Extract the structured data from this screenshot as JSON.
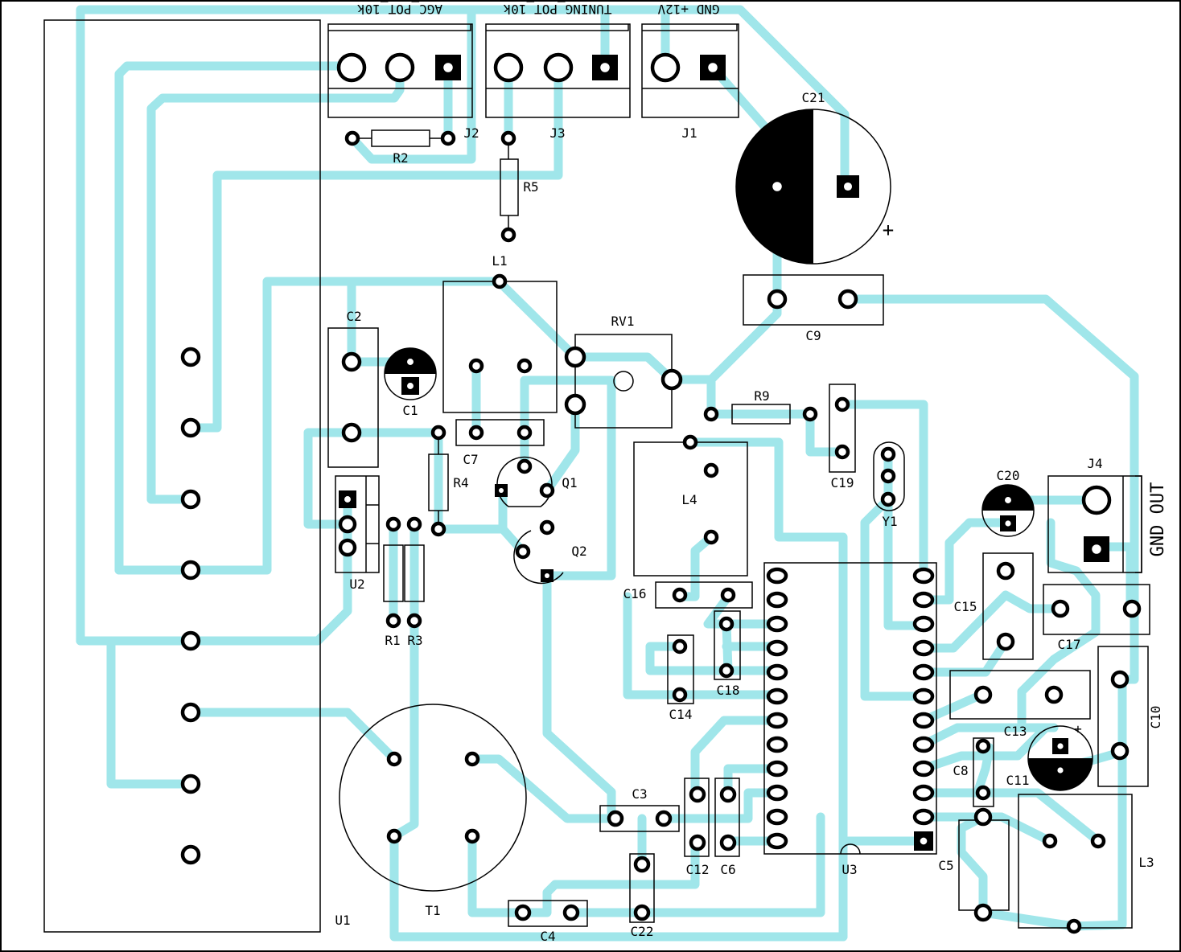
{
  "board": {
    "border_color": "#000000",
    "trace_color": "#a0e6ea",
    "background": "#ffffff"
  },
  "labels": {
    "u1": "U1",
    "j2_silk": "AGC_POT_10k",
    "j3_silk": "TUNING_POT_10k",
    "j1_silk": "GND  +12V",
    "j2": "J2",
    "j3": "J3",
    "j1": "J1",
    "r2": "R2",
    "r5": "R5",
    "l1": "L1",
    "c21": "C21",
    "c21_plus": "+",
    "c9": "C9",
    "c2": "C2",
    "c1": "C1",
    "rv1": "RV1",
    "c7": "C7",
    "r4": "R4",
    "q1": "Q1",
    "q2": "Q2",
    "u2": "U2",
    "r1": "R1",
    "r3": "R3",
    "r9": "R9",
    "c19": "C19",
    "y1": "Y1",
    "l4": "L4",
    "c16": "C16",
    "c14": "C14",
    "c18": "C18",
    "c20": "C20",
    "j4": "J4",
    "gnd_out": "GND OUT",
    "c15": "C15",
    "c17": "C17",
    "c13": "C13",
    "c10": "C10",
    "c8": "C8",
    "c11": "C11",
    "c11_plus": "+",
    "c3": "C3",
    "c12": "C12",
    "c6": "C6",
    "u3": "U3",
    "c5": "C5",
    "l3": "L3",
    "t1": "T1",
    "c4": "C4",
    "c22": "C22"
  }
}
